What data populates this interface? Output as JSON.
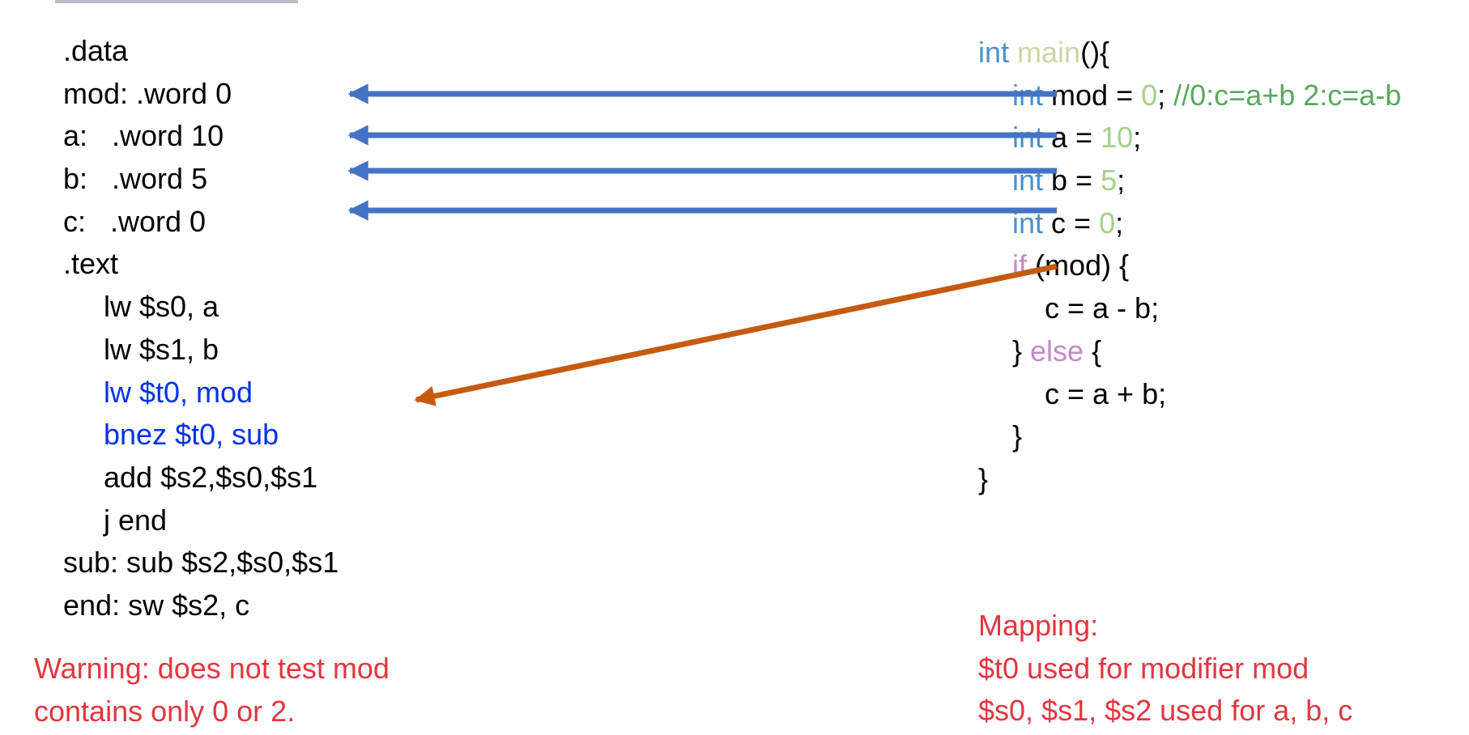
{
  "assembly": {
    "lines": [
      {
        "text": ".data",
        "indent": false,
        "highlight": false
      },
      {
        "text": "mod: .word 0",
        "indent": false,
        "highlight": false
      },
      {
        "text": "a:   .word 10",
        "indent": false,
        "highlight": false
      },
      {
        "text": "b:   .word 5",
        "indent": false,
        "highlight": false
      },
      {
        "text": "c:   .word 0",
        "indent": false,
        "highlight": false
      },
      {
        "text": ".text",
        "indent": false,
        "highlight": false
      },
      {
        "text": "lw $s0, a",
        "indent": true,
        "highlight": false
      },
      {
        "text": "lw $s1, b",
        "indent": true,
        "highlight": false
      },
      {
        "text": "lw $t0, mod",
        "indent": true,
        "highlight": true
      },
      {
        "text": "bnez $t0, sub",
        "indent": true,
        "highlight": true
      },
      {
        "text": "add $s2,$s0,$s1",
        "indent": true,
        "highlight": false
      },
      {
        "text": "j end",
        "indent": true,
        "highlight": false
      },
      {
        "text": "sub: sub $s2,$s0,$s1",
        "indent": false,
        "highlight": false
      },
      {
        "text": "end: sw $s2, c",
        "indent": false,
        "highlight": false
      }
    ]
  },
  "c_source": {
    "lines": [
      {
        "parts": [
          {
            "t": "int",
            "c": "kw"
          },
          {
            "t": " ",
            "c": ""
          },
          {
            "t": "main",
            "c": "fn"
          },
          {
            "t": "(){",
            "c": ""
          }
        ]
      },
      {
        "parts": [
          {
            "t": "int",
            "c": "kw"
          },
          {
            "t": " mod = ",
            "c": ""
          },
          {
            "t": "0",
            "c": "num"
          },
          {
            "t": "; ",
            "c": ""
          },
          {
            "t": "//0:c=a+b 2:c=a-b",
            "c": "cmt"
          }
        ]
      },
      {
        "parts": [
          {
            "t": "int",
            "c": "kw"
          },
          {
            "t": " a = ",
            "c": ""
          },
          {
            "t": "10",
            "c": "num"
          },
          {
            "t": ";",
            "c": ""
          }
        ]
      },
      {
        "parts": [
          {
            "t": "int",
            "c": "kw"
          },
          {
            "t": " b = ",
            "c": ""
          },
          {
            "t": "5",
            "c": "num"
          },
          {
            "t": ";",
            "c": ""
          }
        ]
      },
      {
        "parts": [
          {
            "t": "int",
            "c": "kw"
          },
          {
            "t": " c = ",
            "c": ""
          },
          {
            "t": "0",
            "c": "num"
          },
          {
            "t": ";",
            "c": ""
          }
        ]
      },
      {
        "parts": [
          {
            "t": "if",
            "c": "ctl"
          },
          {
            "t": " (mod) {",
            "c": ""
          }
        ]
      },
      {
        "parts": [
          {
            "t": "c = a - b;",
            "c": ""
          }
        ]
      },
      {
        "parts": [
          {
            "t": "} ",
            "c": ""
          },
          {
            "t": "else",
            "c": "ctl"
          },
          {
            "t": " {",
            "c": ""
          }
        ]
      },
      {
        "parts": [
          {
            "t": "c = a + b;",
            "c": ""
          }
        ]
      },
      {
        "parts": [
          {
            "t": "}",
            "c": ""
          }
        ]
      },
      {
        "parts": [
          {
            "t": "}",
            "c": ""
          }
        ]
      }
    ]
  },
  "warning": {
    "line1": "Warning: does not test mod",
    "line2": "contains only 0 or 2."
  },
  "mapping": {
    "title": "Mapping:",
    "line1": "$t0 used for modifier mod",
    "line2": "$s0, $s1, $s2 used for a, b, c"
  },
  "colors": {
    "data_arrow": "#4472c4",
    "branch_arrow": "#c55a11",
    "note_text": "#e2363f",
    "highlight_asm": "#0033e6"
  }
}
